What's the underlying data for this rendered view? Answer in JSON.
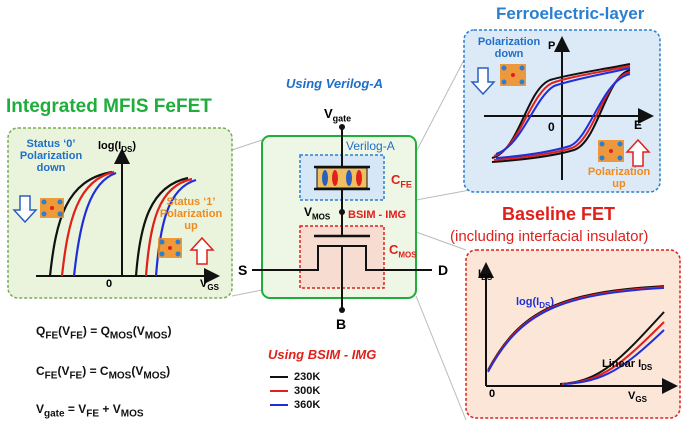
{
  "titles": {
    "integrated": "Integrated MFIS FeFET",
    "ferro": "Ferroelectric-layer",
    "baseline": "Baseline FET",
    "baseline_sub": "(including interfacial insulator)"
  },
  "center": {
    "using_verilog": "Using Verilog-A",
    "using_bsim": "Using BSIM - IMG",
    "verilog_label": "Verilog-A",
    "vgate": "V",
    "vgate_sub": "gate",
    "cfe": "C",
    "cfe_sub": "FE",
    "vmos": "V",
    "vmos_sub": "MOS",
    "bsim_label": "BSIM - IMG",
    "cmos": "C",
    "cmos_sub": "MOS",
    "s": "S",
    "d": "D",
    "b": "B"
  },
  "left_panel": {
    "ylabel": "log(I",
    "ylabel_sub": "DS",
    "ylabel_end": ")",
    "xlabel": "V",
    "xlabel_sub": "GS",
    "zero": "0",
    "status0": "Status ‘0’",
    "status0_pol": "Polarization",
    "status0_dir": "down",
    "status1": "Status ‘1’",
    "status1_pol": "Polarization",
    "status1_dir": "up"
  },
  "ferro_panel": {
    "pol_down1": "Polarization",
    "pol_down2": "down",
    "pol_up1": "Polarization",
    "pol_up2": "up",
    "p": "P",
    "e": "E",
    "zero": "0"
  },
  "baseline_panel": {
    "ylabel": "I",
    "ylabel_sub": "DS",
    "log_label": "log(I",
    "log_sub": "DS",
    "log_end": ")",
    "linear_label": "Linear I",
    "linear_sub": "DS",
    "xlabel": "V",
    "xlabel_sub": "GS",
    "zero": "0"
  },
  "equations": {
    "eq1_a": "Q",
    "eq1_a_sub": "FE",
    "eq1_b": "(V",
    "eq1_b_sub": "FE",
    "eq1_c": ") = Q",
    "eq1_c_sub": "MOS",
    "eq1_d": "(V",
    "eq1_d_sub": "MOS",
    "eq1_e": ")",
    "eq2_a": "C",
    "eq2_a_sub": "FE",
    "eq2_b": "(V",
    "eq2_b_sub": "FE",
    "eq2_c": ") = C",
    "eq2_c_sub": "MOS",
    "eq2_d": "(V",
    "eq2_d_sub": "MOS",
    "eq2_e": ")",
    "eq3_a": "V",
    "eq3_a_sub": "gate",
    "eq3_b": " = V",
    "eq3_b_sub": "FE",
    "eq3_c": " + V",
    "eq3_c_sub": "MOS"
  },
  "legend": [
    {
      "label": "230K",
      "color": "#111111"
    },
    {
      "label": "300K",
      "color": "#e0201a"
    },
    {
      "label": "360K",
      "color": "#1f2fd8"
    }
  ],
  "colors": {
    "green": "#1fae3c",
    "blue": "#2a7fd0",
    "red": "#e0201a",
    "orange": "#f08a1c"
  }
}
